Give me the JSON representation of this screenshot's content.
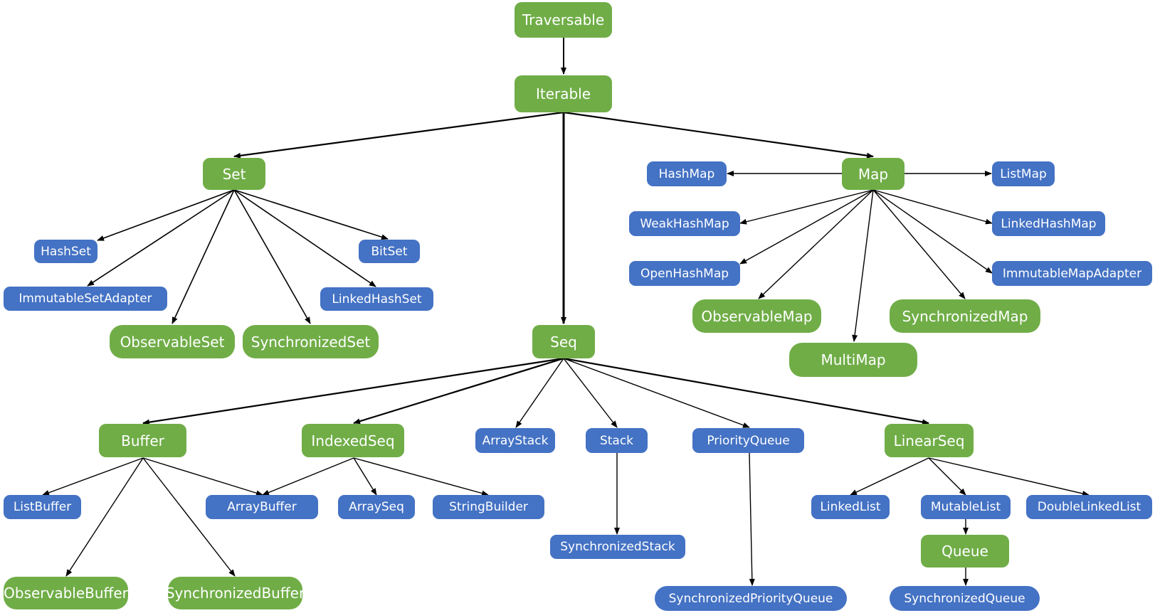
{
  "diagram": {
    "nodes": {
      "traversable": "Traversable",
      "iterable": "Iterable",
      "set": "Set",
      "seq": "Seq",
      "map": "Map",
      "hashset": "HashSet",
      "bitset": "BitSet",
      "immutablesetadapter": "ImmutableSetAdapter",
      "linkedhashset": "LinkedHashSet",
      "observableset": "ObservableSet",
      "synchronizedset": "SynchronizedSet",
      "hashmap": "HashMap",
      "listmap": "ListMap",
      "weakhashmap": "WeakHashMap",
      "linkedhashmap": "LinkedHashMap",
      "openhashmap": "OpenHashMap",
      "immutablemapadapter": "ImmutableMapAdapter",
      "observablemap": "ObservableMap",
      "synchronizedmap": "SynchronizedMap",
      "multimap": "MultiMap",
      "buffer": "Buffer",
      "indexedseq": "IndexedSeq",
      "arraystack": "ArrayStack",
      "stack": "Stack",
      "priorityqueue": "PriorityQueue",
      "linearseq": "LinearSeq",
      "listbuffer": "ListBuffer",
      "arraybuffer": "ArrayBuffer",
      "arrayseq": "ArraySeq",
      "stringbuilder": "StringBuilder",
      "linkedlist": "LinkedList",
      "mutablelist": "MutableList",
      "doublelinkedlist": "DoubleLinkedList",
      "synchronizedstack": "SynchronizedStack",
      "queue": "Queue",
      "observablebuffer": "ObservableBuffer",
      "synchronizedbuffer": "SynchronizedBuffer",
      "synchronizedpriorityqueue": "SynchronizedPriorityQueue",
      "synchronizedqueue": "SynchronizedQueue"
    },
    "colors": {
      "trait": "#70ad47",
      "class": "#4472c4",
      "edge": "#000000",
      "text": "#ffffff"
    }
  }
}
